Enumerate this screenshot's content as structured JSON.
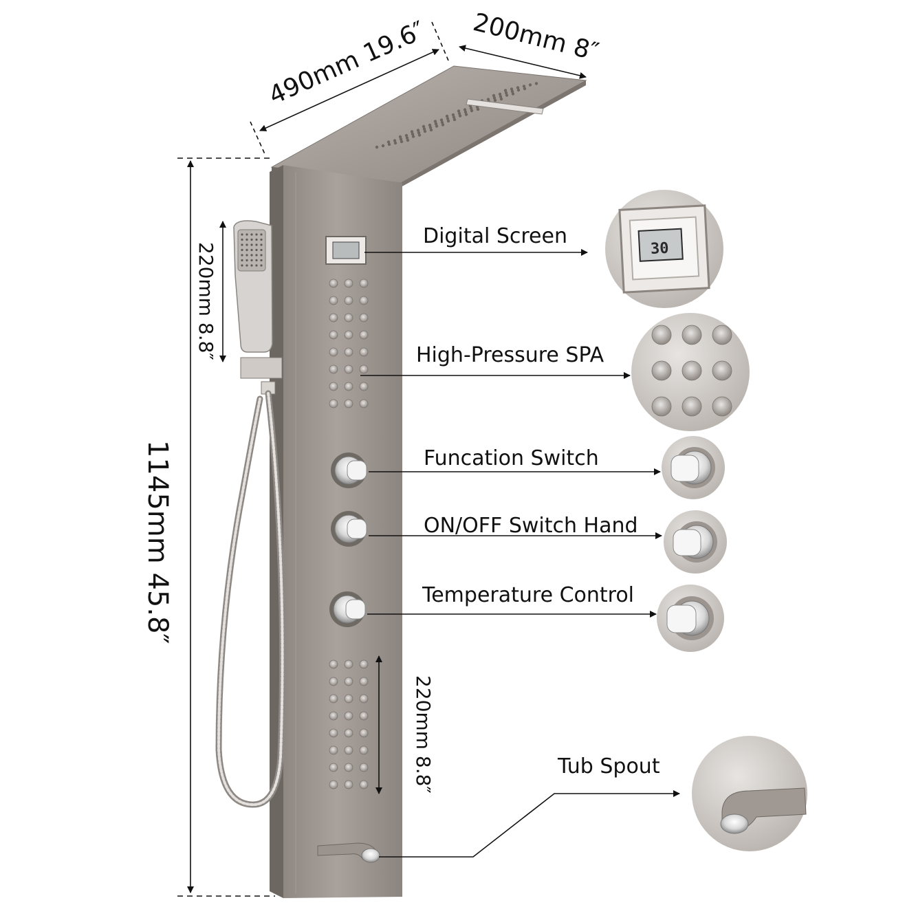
{
  "dimensions": {
    "width_top": "490mm 19.6″",
    "depth_top": "200mm 8″",
    "total_height": "1145mm 45.8″",
    "handheld_height": "220mm 8.8″",
    "lower_jets_height": "220mm 8.8″"
  },
  "features": [
    {
      "label": "Digital Screen"
    },
    {
      "label": "High-Pressure SPA"
    },
    {
      "label": "Funcation Switch"
    },
    {
      "label": "ON/OFF Switch Hand"
    },
    {
      "label": "Temperature Control"
    },
    {
      "label": "Tub Spout"
    }
  ],
  "screen_readout": "30",
  "colors": {
    "panel": "#9c948e",
    "panel_dark": "#7f7873",
    "chrome": "#d9d9d9",
    "text": "#111111",
    "callout_bg": "#c9c4c0"
  }
}
